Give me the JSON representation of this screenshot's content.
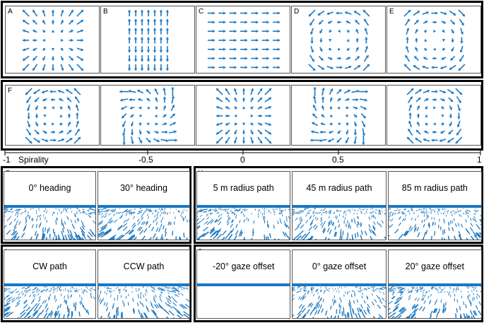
{
  "colors": {
    "arrow": "#1a78c2",
    "frame": "#000000",
    "border": "#555555"
  },
  "row_a": {
    "panels": [
      {
        "label": "A",
        "field": "expansion"
      },
      {
        "label": "B",
        "field": "vertical"
      },
      {
        "label": "C",
        "field": "horizontal"
      },
      {
        "label": "D",
        "field": "rotation-ccw"
      },
      {
        "label": "E",
        "field": "rotation-cw"
      }
    ]
  },
  "row_f": {
    "label": "F",
    "panels": [
      {
        "spirality": -1
      },
      {
        "spirality": -0.5
      },
      {
        "spirality": 0
      },
      {
        "spirality": 0.5
      },
      {
        "spirality": 1
      }
    ]
  },
  "axis": {
    "title": "Spirality",
    "ticks": [
      "-1",
      "-0.5",
      "0",
      "0.5",
      "1"
    ]
  },
  "group_g": {
    "label": "G",
    "panels": [
      {
        "caption": "0° heading",
        "skew": 0
      },
      {
        "caption": "30° heading",
        "skew": 0.6
      }
    ]
  },
  "group_h": {
    "label": "H",
    "panels": [
      {
        "caption": "5 m radius path",
        "skew": 0.3
      },
      {
        "caption": "45 m radius path",
        "skew": 0.15
      },
      {
        "caption": "85 m radius path",
        "skew": 0.05
      }
    ]
  },
  "group_i": {
    "label": "I",
    "panels": [
      {
        "caption": "CW path",
        "skew": 0.4
      },
      {
        "caption": "CCW path",
        "skew": -0.4
      }
    ]
  },
  "group_j": {
    "label": "J",
    "panels": [
      {
        "caption": "-20° gaze offset",
        "skew": -0.3
      },
      {
        "caption": "0° gaze offset",
        "skew": 0
      },
      {
        "caption": "20° gaze offset",
        "skew": 0.3
      }
    ]
  }
}
